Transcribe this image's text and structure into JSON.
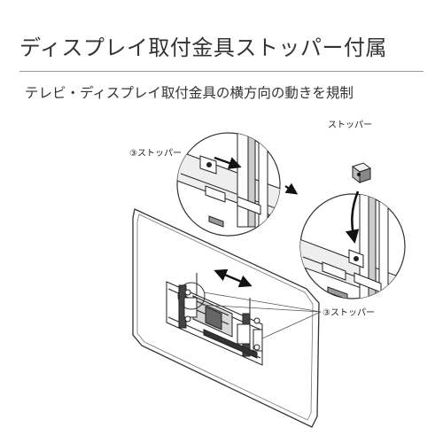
{
  "header": {
    "title": "ディスプレイ取付金具ストッパー付属",
    "subtitle": "テレビ・ディスプレイ取付金具の横方向の動きを規制"
  },
  "figure": {
    "callout_top_left": "③ストッパー",
    "callout_part": "ストッパー",
    "callout_bottom_right": "③ストッパー"
  }
}
